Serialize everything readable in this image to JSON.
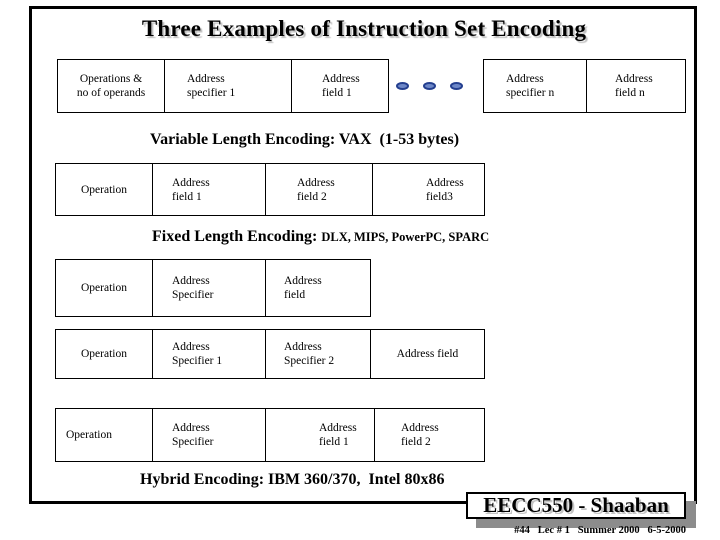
{
  "slide": {
    "title": "Three Examples of Instruction Set Encoding",
    "rows": {
      "vax_left": [
        {
          "label": "Operations &\nno of operands",
          "w": 108,
          "align": "center"
        },
        {
          "label": "Address\nspecifier 1",
          "w": 128,
          "pad": 22
        },
        {
          "label": "Address\nfield 1",
          "w": 98,
          "pad": 30
        }
      ],
      "vax_right": [
        {
          "label": "Address\nspecifier n",
          "w": 104,
          "pad": 22
        },
        {
          "label": "Address\nfield n",
          "w": 100,
          "pad": 28
        }
      ],
      "fixed": [
        {
          "label": "Operation",
          "w": 98,
          "align": "center"
        },
        {
          "label": "Address\nfield 1",
          "w": 114,
          "pad": 19
        },
        {
          "label": "Address\nfield 2",
          "w": 108,
          "pad": 31
        },
        {
          "label": "Address\nfield3",
          "w": 113,
          "pad": 53
        }
      ],
      "hybrid1": [
        {
          "label": "Operation",
          "w": 98,
          "align": "center"
        },
        {
          "label": "Address\nSpecifier",
          "w": 114,
          "pad": 19
        },
        {
          "label": "Address\nfield",
          "w": 106,
          "pad": 18
        }
      ],
      "hybrid2": [
        {
          "label": "Operation",
          "w": 98,
          "align": "center"
        },
        {
          "label": "Address\nSpecifier 1",
          "w": 114,
          "pad": 19
        },
        {
          "label": "Address\nSpecifier 2",
          "w": 106,
          "pad": 18
        },
        {
          "label": "Address field",
          "w": 115,
          "align": "center"
        }
      ],
      "hybrid3": [
        {
          "label": "Operation",
          "w": 98,
          "pad": 10
        },
        {
          "label": "Address\nSpecifier",
          "w": 114,
          "pad": 19
        },
        {
          "label": "Address\nfield 1",
          "w": 110,
          "pad": 53
        },
        {
          "label": "Address\nfield 2",
          "w": 111,
          "pad": 26
        }
      ]
    },
    "ellipsis": {
      "count": 3,
      "fill": "#6d87c7",
      "stroke": "#243f8f"
    },
    "captions": {
      "variable": "Variable Length Encoding: VAX  (1-53 bytes)",
      "fixed_main": "Fixed Length Encoding: ",
      "fixed_sub": "DLX, MIPS, PowerPC, SPARC",
      "hybrid": "Hybrid Encoding: IBM 360/370,  Intel 80x86"
    },
    "footer": {
      "course_badge": "EECC550 - Shaaban",
      "lecture_info": "#44   Lec # 1   Summer 2000   6-5-2000"
    }
  }
}
